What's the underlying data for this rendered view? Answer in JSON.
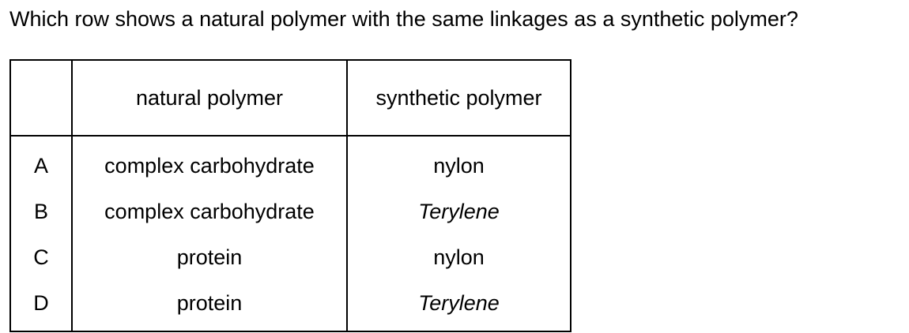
{
  "question": "Which row shows a natural polymer with the same linkages as a synthetic polymer?",
  "table": {
    "headers": {
      "key": "",
      "natural": "natural polymer",
      "synthetic": "synthetic polymer"
    },
    "rows": [
      {
        "key": "A",
        "natural": "complex carbohydrate",
        "synthetic": "nylon",
        "synthetic_italic": false
      },
      {
        "key": "B",
        "natural": "complex carbohydrate",
        "synthetic": "Terylene",
        "synthetic_italic": true
      },
      {
        "key": "C",
        "natural": "protein",
        "synthetic": "nylon",
        "synthetic_italic": false
      },
      {
        "key": "D",
        "natural": "protein",
        "synthetic": "Terylene",
        "synthetic_italic": true
      }
    ]
  }
}
